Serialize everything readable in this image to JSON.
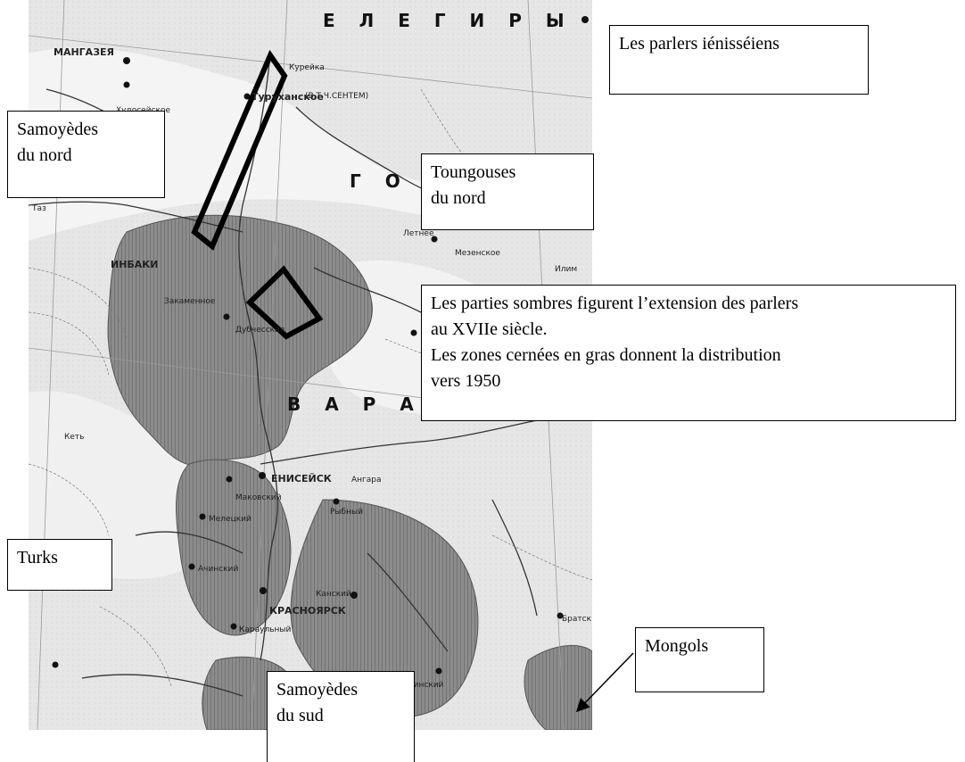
{
  "callouts": {
    "ienisseiens": {
      "lines": [
        "Les parlers iénisséiens"
      ]
    },
    "samoyedes_nord": {
      "lines": [
        "Samoyèdes",
        "du nord"
      ]
    },
    "toungouses_nord": {
      "lines": [
        "Toungouses",
        "du nord"
      ]
    },
    "legend": {
      "lines": [
        "Les parties sombres figurent l’extension des parlers",
        "au XVIIe siècle.",
        "Les zones cernées en gras donnent la distribution",
        "vers 1950"
      ]
    },
    "turks": {
      "lines": [
        "Turks"
      ]
    },
    "mongols": {
      "lines": [
        "Mongols"
      ]
    },
    "samoyedes_sud": {
      "lines": [
        "Samoyèdes",
        "du sud"
      ]
    }
  },
  "map": {
    "labels": {
      "mangazeya": "МАНГАЗЕЯ",
      "khudosei": "Худосейское",
      "turukhanskoe": "Туруханское",
      "kureika": "Курейка",
      "vt_chsentem": "(В.Т.Ч.СЕНТЕМ)",
      "letnee": "Летнее",
      "mezenskoe": "Мезенское",
      "zakamennoe": "Закаменное",
      "dubchesskaya": "Дубчесская",
      "inbaki": "ИНБАКИ",
      "eniseisk": "ЕНИСЕЙСК",
      "makovskii": "Маковский",
      "rybnyi": "Рыбный",
      "angara": "Ангара",
      "meletskii": "Мелецкий",
      "achinskii": "Ачинский",
      "krasnoyarsk": "КРАСНОЯРСК",
      "kanskii": "Канский",
      "udinskii": "Удинский",
      "karaulnyi": "Караульный",
      "bratsk": "Братск",
      "ilim": "Илим",
      "taz": "Таз",
      "ket": "Кеть",
      "elegiry": "Е Л Е Г И Р Ы",
      "gora": "Г О Р А",
      "vara": "В А Р А"
    }
  }
}
